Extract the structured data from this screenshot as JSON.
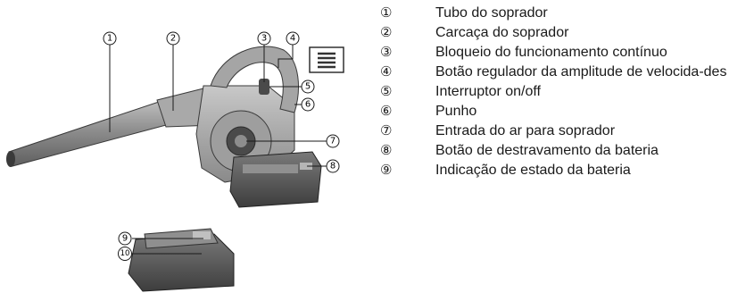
{
  "figure": {
    "callouts": [
      {
        "num": "1"
      },
      {
        "num": "2"
      },
      {
        "num": "3"
      },
      {
        "num": "4"
      },
      {
        "num": "5"
      },
      {
        "num": "6"
      },
      {
        "num": "7"
      },
      {
        "num": "8"
      },
      {
        "num": "9"
      },
      {
        "num": "10"
      }
    ]
  },
  "legend": {
    "items": [
      {
        "num": "①",
        "text": "Tubo do soprador"
      },
      {
        "num": "②",
        "text": "Carcaça do soprador"
      },
      {
        "num": "③",
        "text": "Bloqueio do funcionamento contínuo"
      },
      {
        "num": "④",
        "text": "Botão regulador da amplitude de velocida-des"
      },
      {
        "num": "⑤",
        "text": "Interruptor on/off"
      },
      {
        "num": "⑥",
        "text": "Punho"
      },
      {
        "num": "⑦",
        "text": "Entrada do ar para soprador"
      },
      {
        "num": "⑧",
        "text": "Botão de destravamento da bateria"
      },
      {
        "num": "⑨",
        "text": "Indicação de estado da bateria"
      }
    ]
  }
}
